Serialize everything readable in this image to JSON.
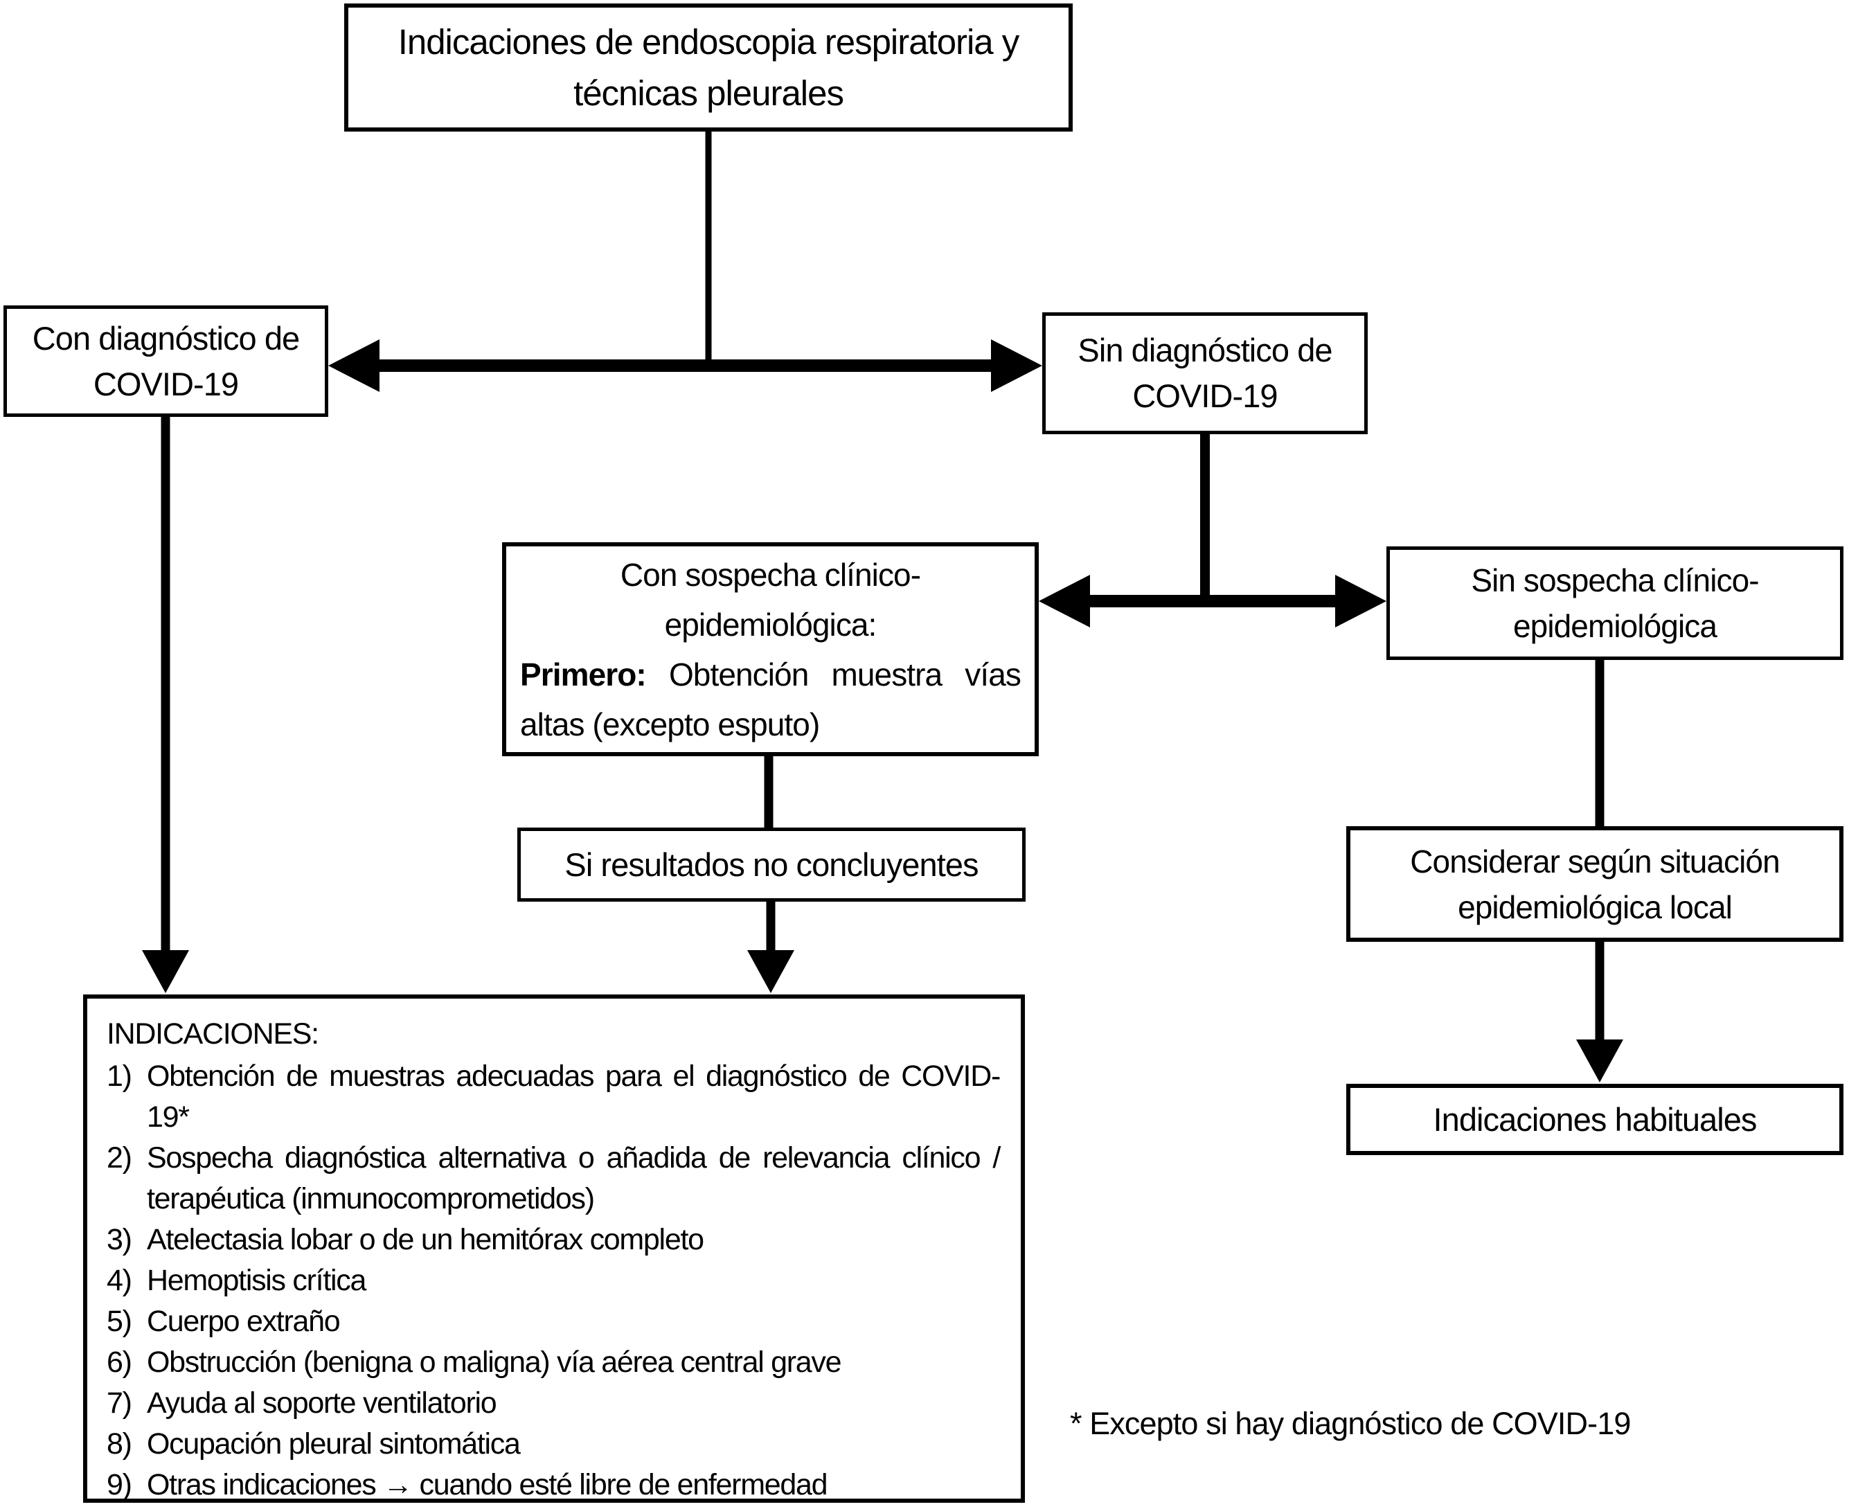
{
  "title_box": {
    "label": "Indicaciones de endoscopia respiratoria y técnicas pleurales"
  },
  "con_diagnostico_box": {
    "label": "Con diagnóstico de COVID-19"
  },
  "sin_diagnostico_box": {
    "label": "Sin diagnóstico de COVID-19"
  },
  "con_sospecha_box": {
    "title": "Con sospecha clínico-epidemiológica:",
    "bold_label": "Primero:",
    "text": "Obtención muestra vías altas (excepto esputo)"
  },
  "sin_sospecha_box": {
    "label": "Sin sospecha clínico-epidemiológica"
  },
  "si_resultados_box": {
    "label": "Si resultados no concluyentes"
  },
  "considerar_box": {
    "label": "Considerar según situación epidemiológica local"
  },
  "indicaciones_habituales_box": {
    "label": "Indicaciones habituales"
  },
  "indicaciones_box": {
    "heading": "INDICACIONES:",
    "items": [
      {
        "num": "1)",
        "text": "Obtención de muestras adecuadas para el diagnóstico de COVID-19*"
      },
      {
        "num": "2)",
        "text": "Sospecha diagnóstica alternativa o añadida de relevancia clínico / terapéutica (inmunocomprometidos)"
      },
      {
        "num": "3)",
        "text": "Atelectasia lobar o de un hemitórax completo"
      },
      {
        "num": "4)",
        "text": "Hemoptisis crítica"
      },
      {
        "num": "5)",
        "text": "Cuerpo extraño"
      },
      {
        "num": "6)",
        "text": "Obstrucción (benigna o maligna) vía aérea central grave"
      },
      {
        "num": "7)",
        "text": "Ayuda al soporte ventilatorio"
      },
      {
        "num": "8)",
        "text": "Ocupación pleural sintomática"
      },
      {
        "num": "9)",
        "text": "Otras indicaciones → cuando esté libre de enfermedad"
      }
    ]
  },
  "footnote": {
    "label": "* Excepto si hay diagnóstico de COVID-19"
  },
  "colors": {
    "background": "#ffffff",
    "line": "#000000",
    "text": "#000000"
  }
}
